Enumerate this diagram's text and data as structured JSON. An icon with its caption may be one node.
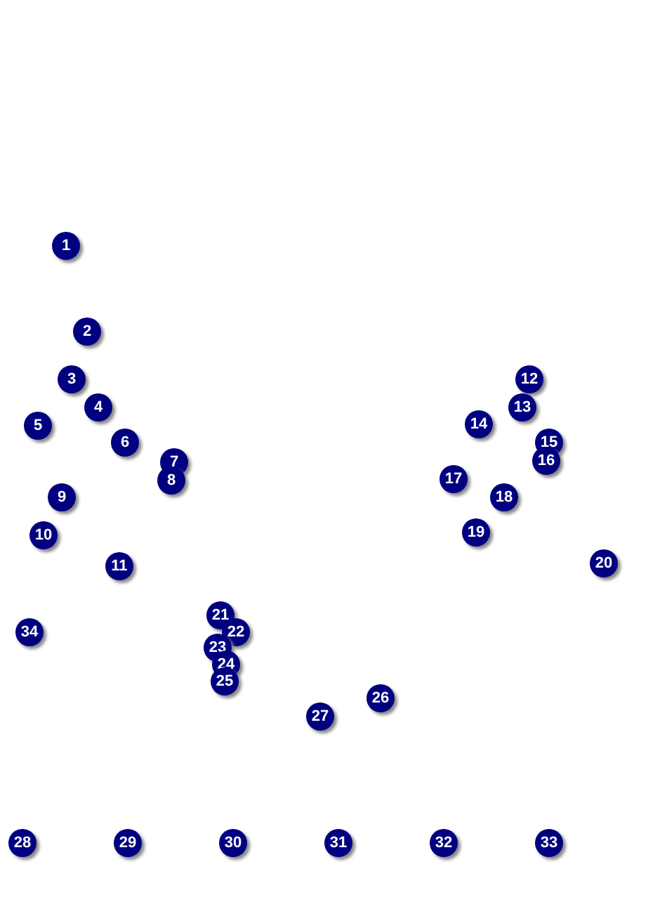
{
  "diagram": {
    "labels": [
      "1",
      "2",
      "3",
      "4",
      "5",
      "6",
      "7",
      "8",
      "9",
      "10",
      "11",
      "12",
      "13",
      "14",
      "15",
      "16",
      "17",
      "18",
      "19",
      "20",
      "21",
      "22",
      "23",
      "24",
      "25",
      "26",
      "27",
      "28",
      "29",
      "30",
      "31",
      "32",
      "33",
      "34"
    ]
  }
}
